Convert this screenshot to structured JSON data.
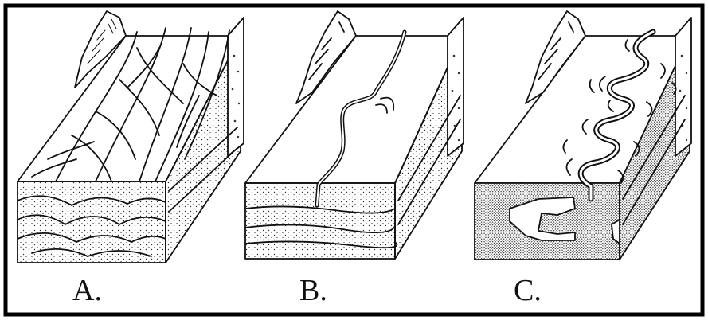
{
  "figure": {
    "panels": [
      {
        "id": "a",
        "label": "A."
      },
      {
        "id": "b",
        "label": "B."
      },
      {
        "id": "c",
        "label": "C."
      }
    ]
  },
  "colors": {
    "frame": "#000000",
    "ink": "#111111",
    "paper": "#ffffff"
  }
}
